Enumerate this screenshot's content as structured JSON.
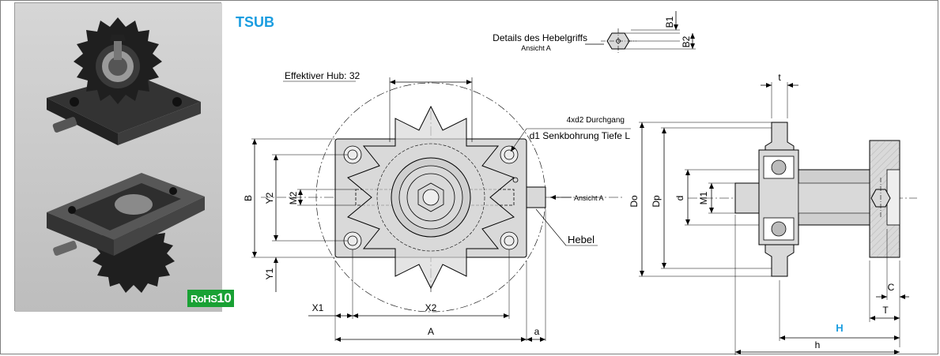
{
  "photo": {
    "rohs_badge": {
      "prefix": "RoHS",
      "number": "10",
      "color": "#19a134"
    }
  },
  "drawing": {
    "title": "TSUB",
    "title_color": "#1a9de0",
    "lever_details": {
      "label": "Details des Hebelgriffs",
      "sublabel": "Ansicht A",
      "dim_b1": "B1",
      "dim_b2": "B2"
    },
    "effective_stroke": "Effektiver Hub: 32",
    "hole_callout_1": "4xd2 Durchgang",
    "hole_callout_2": "d1 Senkbohrung Tiefe L",
    "view_a": "Ansicht A",
    "lever": "Hebel",
    "dims": {
      "B": "B",
      "Y2": "Y2",
      "M2": "M2",
      "Y1": "Y1",
      "X1": "X1",
      "X2": "X2",
      "A": "A",
      "a": "a",
      "t": "t",
      "Do": "Do",
      "Dp": "Dp",
      "d": "d",
      "M1": "M1",
      "C": "C",
      "T": "T",
      "H": "H",
      "h": "h"
    },
    "highlight_color": "#1a9de0"
  }
}
